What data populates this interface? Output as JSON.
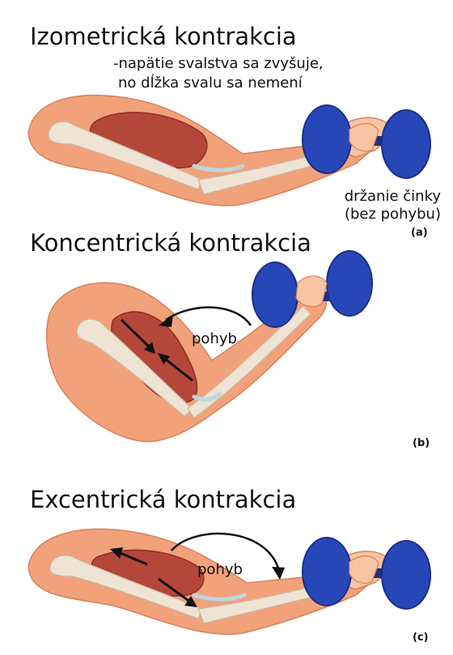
{
  "panels": [
    {
      "title": "Izometrická kontrakcia",
      "description_line1": "-napätie svalstva sa zvyšuje,",
      "description_line2": "no dĺžka svalu sa nemení",
      "caption_line1": "držanie činky",
      "caption_line2": "(bez pohybu)",
      "tag": "(a)"
    },
    {
      "title": "Koncentrická kontrakcia",
      "motion_label": "pohyb",
      "tag": "(b)"
    },
    {
      "title": "Excentrická kontrakcia",
      "motion_label": "pohyb",
      "tag": "(c)"
    }
  ],
  "colors": {
    "skin": "#f2a27a",
    "skin_light": "#f7c4a4",
    "skin_dark": "#d9805a",
    "muscle": "#b5473a",
    "muscle_dark": "#8e2f27",
    "bone": "#efe3d3",
    "tendon": "#bcd7e0",
    "dumbbell": "#2747b8",
    "dumbbell_dark": "#1a2f86",
    "arrow": "#111111"
  }
}
